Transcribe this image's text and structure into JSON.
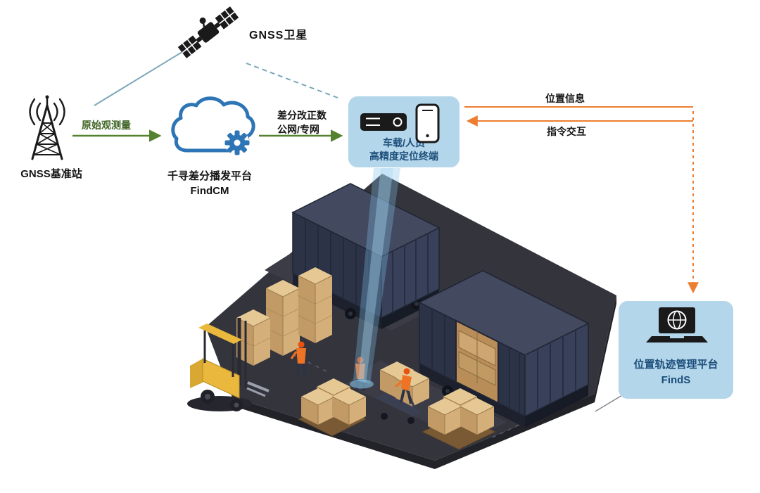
{
  "nodes": {
    "satellite": {
      "label": "GNSS卫星"
    },
    "base_station": {
      "label": "GNSS基准站"
    },
    "cloud_platform": {
      "name": "千寻差分播发平台",
      "product": "FindCM"
    },
    "terminal": {
      "line1": "车载/人员",
      "line2": "高精度定位终端"
    },
    "management_platform": {
      "name": "位置轨迹管理平台",
      "product": "FindS"
    }
  },
  "edges": {
    "raw_observation": {
      "label": "原始观测量",
      "style": "solid-green-arrow"
    },
    "corrections": {
      "line1": "差分改正数",
      "line2": "公网/专网",
      "style": "solid-green-arrow"
    },
    "position_info": {
      "label": "位置信息",
      "style": "orange-arrow"
    },
    "command_interaction": {
      "label": "指令交互",
      "style": "orange-arrow"
    },
    "satellite_to_base": {
      "style": "solid-teal-line"
    },
    "satellite_to_terminal": {
      "style": "dashed-teal-line"
    }
  },
  "colors": {
    "link_teal": "#7aa7b8",
    "arrow_green": "#55822f",
    "arrow_orange": "#ed7d31",
    "node_box_fill": "#b3d6ea",
    "node_text": "#1d4e7a",
    "cloud_blue": "#2e75b6",
    "icon_black": "#1a1a1a",
    "beam_blue": "#8ecdf0"
  },
  "icons": {
    "satellite": "satellite-icon",
    "base_station": "radio-tower-icon",
    "cloud_platform": "cloud-gear-icon",
    "terminal": [
      "vehicle-terminal-icon",
      "smartphone-icon"
    ],
    "management_platform": "laptop-globe-icon"
  },
  "scene": {
    "elements": [
      "container-yard-platform",
      "shipping-container",
      "shipping-container-open-doors",
      "pallet-box-stacks",
      "forklift",
      "warehouse-workers",
      "pallet-jack",
      "positioning-beam"
    ]
  }
}
